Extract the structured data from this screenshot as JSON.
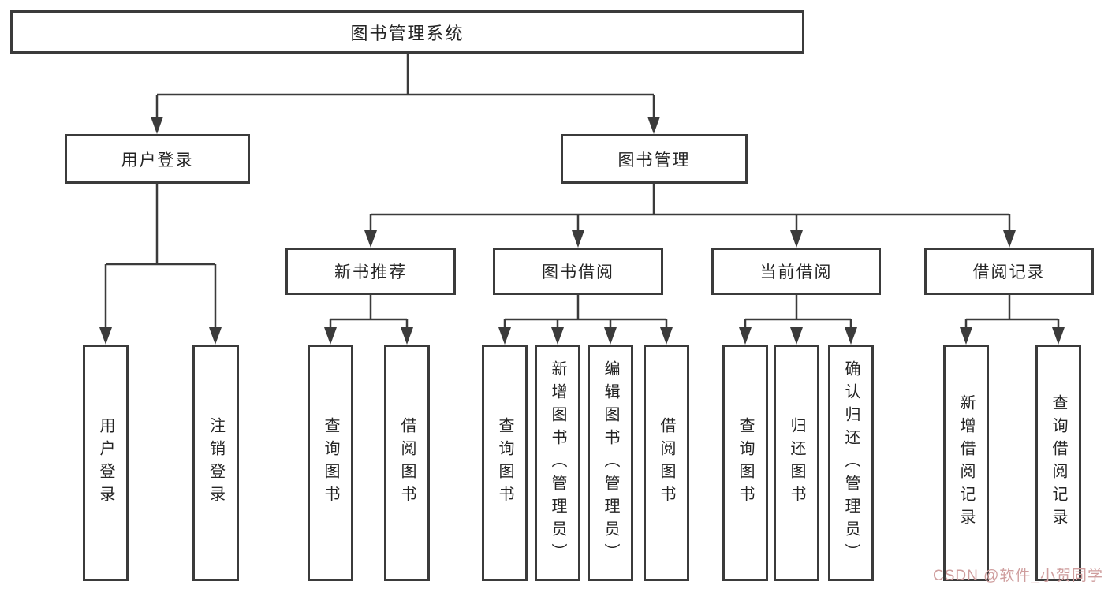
{
  "diagram": {
    "root_label": "图书管理系统",
    "level2": [
      {
        "label": "用户登录",
        "leaves": [
          {
            "label": "用户登录"
          },
          {
            "label": "注销登录"
          }
        ]
      },
      {
        "label": "图书管理",
        "sections": [
          {
            "label": "新书推荐",
            "leaves": [
              {
                "label": "查询图书"
              },
              {
                "label": "借阅图书"
              }
            ]
          },
          {
            "label": "图书借阅",
            "leaves": [
              {
                "label": "查询图书"
              },
              {
                "label": "新增图书（管理员）"
              },
              {
                "label": "编辑图书（管理员）"
              },
              {
                "label": "借阅图书"
              }
            ]
          },
          {
            "label": "当前借阅",
            "leaves": [
              {
                "label": "查询图书"
              },
              {
                "label": "归还图书"
              },
              {
                "label": "确认归还（管理员）"
              }
            ]
          },
          {
            "label": "借阅记录",
            "leaves": [
              {
                "label": "新增借阅记录"
              },
              {
                "label": "查询借阅记录"
              }
            ]
          }
        ]
      }
    ]
  },
  "watermark": {
    "text": "CSDN @软件_小贺同学"
  },
  "colors": {
    "line": "#3b3b3b",
    "box_border": "#3b3b3b",
    "text": "#242424",
    "watermark": "#cf9e9e",
    "background": "#ffffff"
  }
}
